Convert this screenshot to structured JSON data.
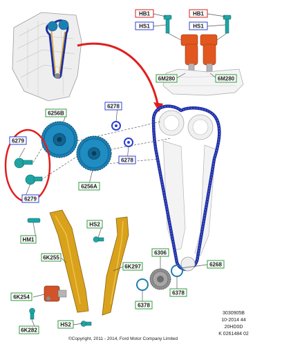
{
  "colors": {
    "chain": "#1f2fa6",
    "guide": "#d9a21c",
    "sprocket": "#1b7fb3",
    "solenoid": "#e1571f",
    "callout": "#e21d1d",
    "label_green": "#2e9b3a",
    "label_blue": "#2b3fd6",
    "label_red": "#d91e1e",
    "bolt": "#1fa4a4"
  },
  "labels": {
    "hb1_left": "HB1",
    "hs1_left": "HS1",
    "hb1_right": "HB1",
    "hs1_right": "HS1",
    "m280_left": "6M280",
    "m280_right": "6M280",
    "p6256b": "6256B",
    "p6278_top": "6278",
    "p6278_mid": "6278",
    "p6256a": "6256A",
    "p6279_top": "6279",
    "p6279_bot": "6279",
    "hm1": "HM1",
    "hs2_top": "HS2",
    "p6k255": "6K255",
    "p6k297": "6K297",
    "p6306": "6306",
    "p6268": "6268",
    "p6378_mid": "6378",
    "p6378_left": "6378",
    "p6k254": "6K254",
    "p6k282": "6K282",
    "hs2_bot": "HS2"
  },
  "info": {
    "line1": "3030905B",
    "line2": "10-2014 44",
    "line3": "20HD0D",
    "line4": "K 0261484 02"
  },
  "copyright": "©Copyright, 2011 - 2014, Ford Motor Company Limited"
}
